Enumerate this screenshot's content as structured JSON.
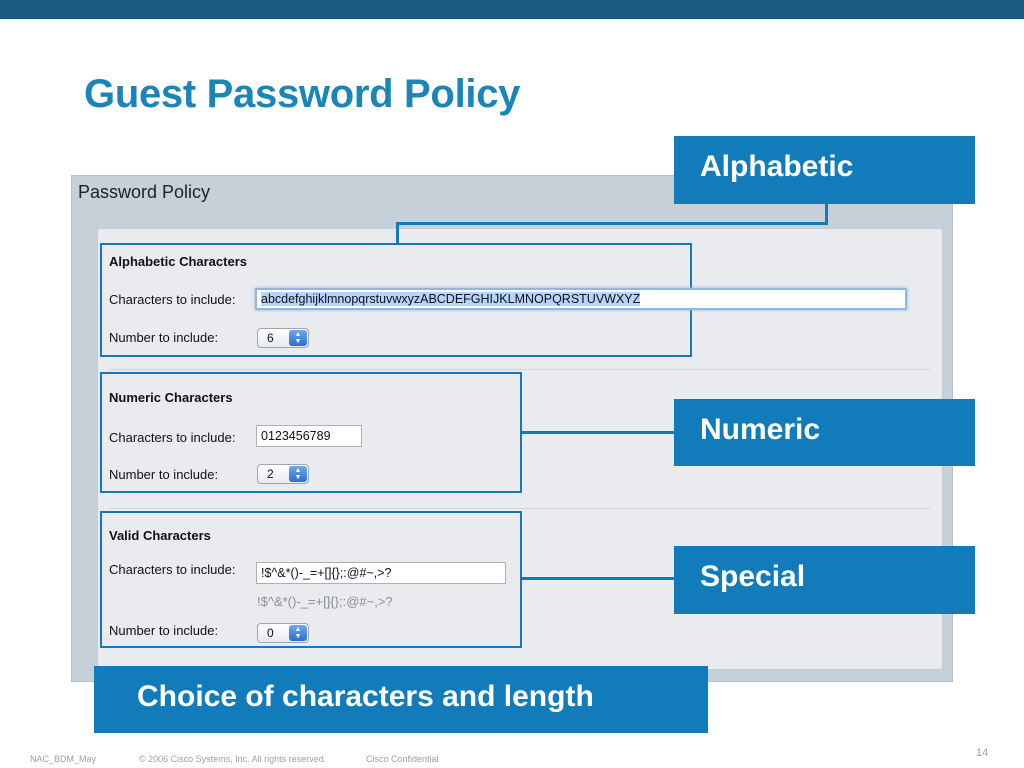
{
  "slide": {
    "title": "Guest Password Policy",
    "page_number": "14"
  },
  "panel": {
    "title": "Password Policy",
    "sections": [
      {
        "heading": "Alphabetic Characters",
        "chars_label": "Characters to include:",
        "chars_value": "abcdefghijklmnopqrstuvwxyzABCDEFGHIJKLMNOPQRSTUVWXYZ",
        "count_label": "Number to include:",
        "count_value": "6"
      },
      {
        "heading": "Numeric Characters",
        "chars_label": "Characters to include:",
        "chars_value": "0123456789",
        "count_label": "Number to include:",
        "count_value": "2"
      },
      {
        "heading": "Valid Characters",
        "chars_label": "Characters to include:",
        "chars_value": "!$^&*()-_=+[]{};:@#~,>?",
        "hint": "!$^&*()-_=+[]{};:@#~,>?",
        "count_label": "Number to include:",
        "count_value": "0"
      }
    ]
  },
  "callouts": {
    "alphabetic": "Alphabetic",
    "numeric": "Numeric",
    "special": "Special",
    "summary": "Choice of characters and length"
  },
  "footer": {
    "code": "NAC_BDM_May",
    "copyright": "© 2006 Cisco Systems, Inc. All rights reserved.",
    "confidential": "Cisco Confidential"
  },
  "colors": {
    "accent": "#127cba",
    "title": "#1a85b8",
    "topbar": "#1a5b82"
  }
}
